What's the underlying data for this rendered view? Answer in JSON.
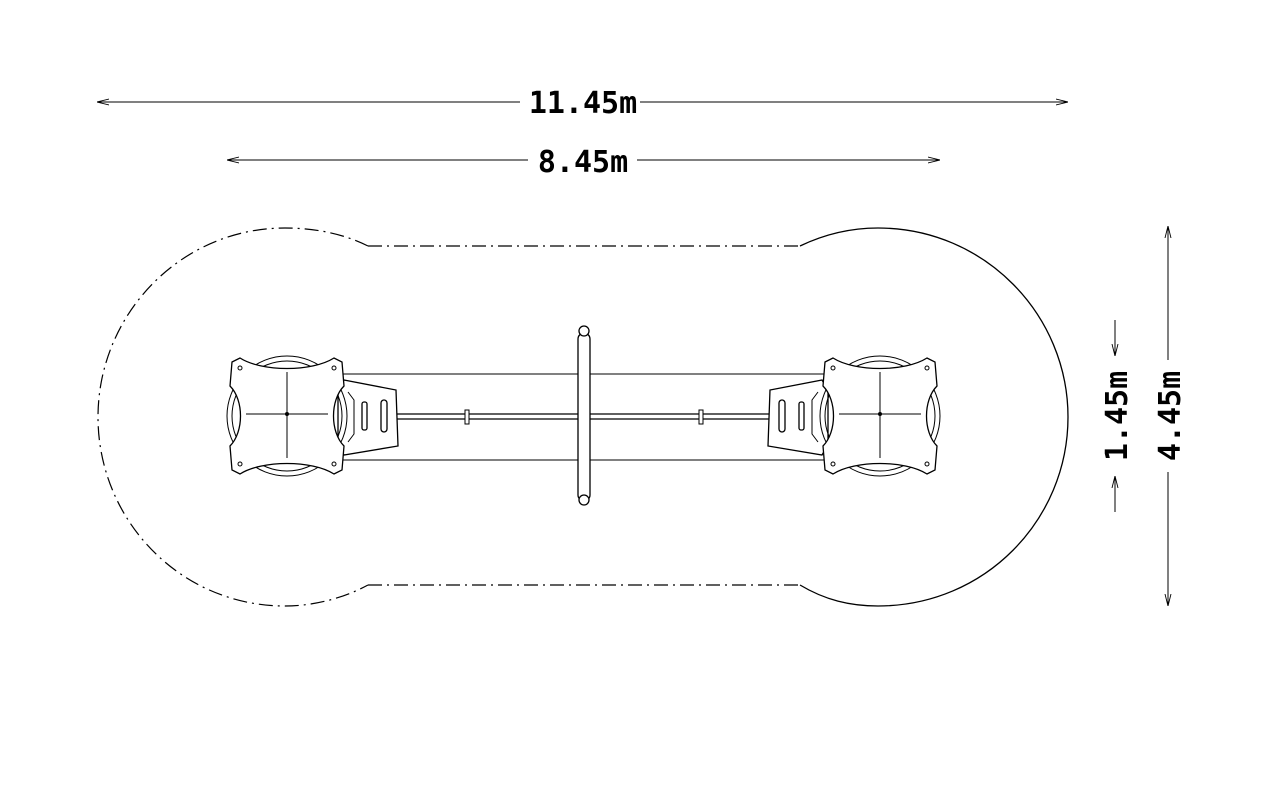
{
  "dimensions": {
    "total_length": "11.45m",
    "equipment_length": "8.45m",
    "equipment_width": "1.45m",
    "total_width": "4.45m"
  }
}
